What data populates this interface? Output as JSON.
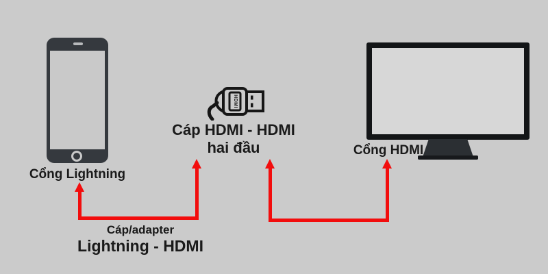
{
  "colors": {
    "background": "#cbcbcb",
    "device_dark": "#35393e",
    "tv_frame": "#131517",
    "screen_light": "#d7d7d7",
    "phone_screen": "#c9c9c9",
    "arrow_red": "#f20d0d",
    "text_dark": "#1a1a1a",
    "icon_stroke": "#161616"
  },
  "phone": {
    "port_label": "Cổng Lightning"
  },
  "hdmi_cable": {
    "connector_text": "HDMI",
    "label_line1": "Cáp HDMI - HDMI",
    "label_line2": "hai đầu"
  },
  "tv": {
    "port_label": "Cổng HDMI"
  },
  "adapter": {
    "label_line1": "Cáp/adapter",
    "label_line2": "Lightning - HDMI"
  }
}
